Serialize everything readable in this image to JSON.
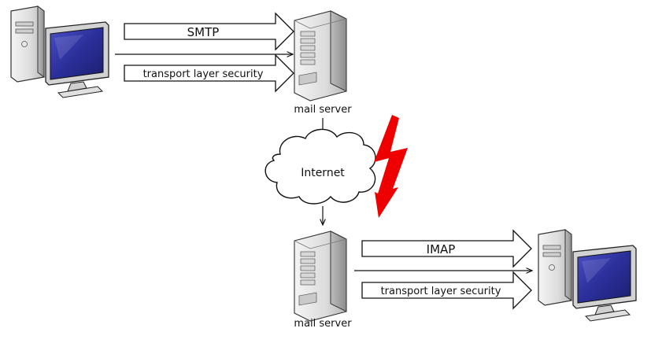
{
  "diagram": {
    "top": {
      "arrow_upper_label": "SMTP",
      "arrow_lower_label": "transport layer security",
      "server_label": "mail server"
    },
    "cloud_label": "Internet",
    "bottom": {
      "arrow_upper_label": "IMAP",
      "arrow_lower_label": "transport layer security",
      "server_label": "mail server"
    },
    "icons": {
      "sender": "desktop-computer-icon",
      "recipient": "desktop-computer-icon",
      "server": "tower-server-icon",
      "attack": "lightning-bolt-icon"
    },
    "colors": {
      "monitor_screen": "#2b2f9a",
      "lightning": "#ee0000"
    }
  }
}
